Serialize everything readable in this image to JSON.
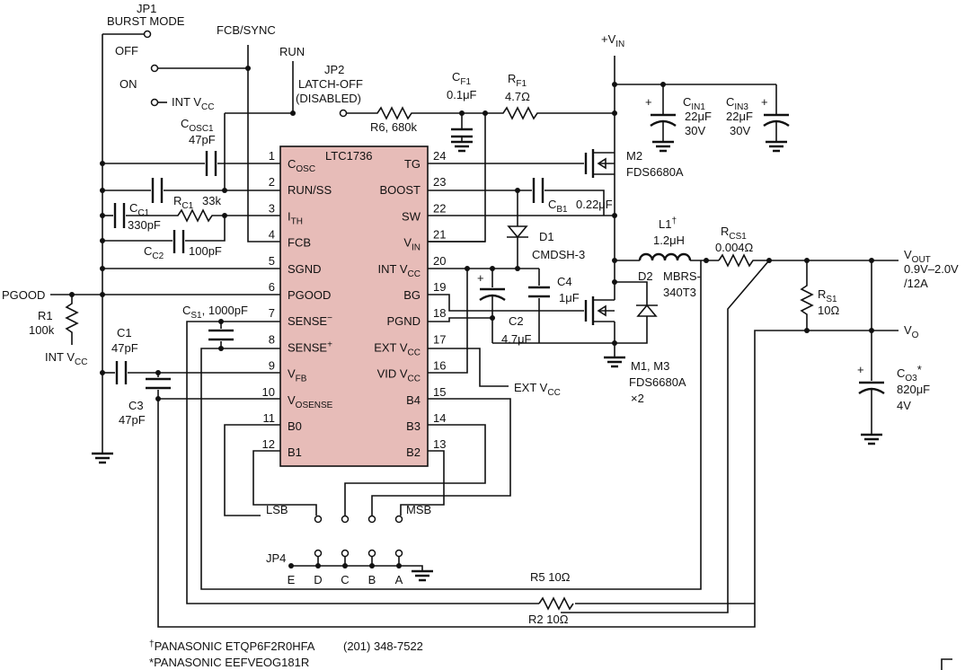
{
  "ic": {
    "name": "LTC1736",
    "left_pins": [
      {
        "num": "1",
        "name": "C",
        "sub": "OSC"
      },
      {
        "num": "2",
        "name": "RUN/SS"
      },
      {
        "num": "3",
        "name": "I",
        "sub": "TH"
      },
      {
        "num": "4",
        "name": "FCB"
      },
      {
        "num": "5",
        "name": "SGND"
      },
      {
        "num": "6",
        "name": "PGOOD"
      },
      {
        "num": "7",
        "name": "SENSE",
        "sup": "−"
      },
      {
        "num": "8",
        "name": "SENSE",
        "sup": "+"
      },
      {
        "num": "9",
        "name": "V",
        "sub": "FB"
      },
      {
        "num": "10",
        "name": "V",
        "sub": "OSENSE"
      },
      {
        "num": "11",
        "name": "B0"
      },
      {
        "num": "12",
        "name": "B1"
      }
    ],
    "right_pins": [
      {
        "num": "24",
        "name": "TG"
      },
      {
        "num": "23",
        "name": "BOOST"
      },
      {
        "num": "22",
        "name": "SW"
      },
      {
        "num": "21",
        "name": "V",
        "sub": "IN"
      },
      {
        "num": "20",
        "name": "INT V",
        "sub": "CC"
      },
      {
        "num": "19",
        "name": "BG"
      },
      {
        "num": "18",
        "name": "PGND"
      },
      {
        "num": "17",
        "name": "EXT V",
        "sub": "CC"
      },
      {
        "num": "16",
        "name": "VID V",
        "sub": "CC"
      },
      {
        "num": "15",
        "name": "B4"
      },
      {
        "num": "14",
        "name": "B3"
      },
      {
        "num": "13",
        "name": "B2"
      }
    ]
  },
  "jp1": {
    "title": "JP1",
    "mode": "BURST MODE",
    "off": "OFF",
    "on": "ON",
    "intvcc": "INT V",
    "intvcc_sub": "CC"
  },
  "fcb_sync": "FCB/SYNC",
  "run": "RUN",
  "jp2": {
    "title": "JP2",
    "line1": "LATCH-OFF",
    "line2": "(DISABLED)"
  },
  "r6": "R6, 680k",
  "cf1": {
    "name": "C",
    "sub": "F1",
    "value": "0.1μF"
  },
  "rf1": {
    "name": "R",
    "sub": "F1",
    "value": "4.7Ω"
  },
  "vin": {
    "name": "+V",
    "sub": "IN"
  },
  "cin1": {
    "name": "C",
    "sub": "IN1",
    "value": "22μF",
    "voltage": "30V"
  },
  "cin3": {
    "name": "C",
    "sub": "IN3",
    "value": "22μF",
    "voltage": "30V"
  },
  "cosc1": {
    "name": "C",
    "sub": "OSC1",
    "value": "47pF"
  },
  "cc1": {
    "name": "C",
    "sub": "C1",
    "value": "330pF"
  },
  "rc1": {
    "name": "R",
    "sub": "C1",
    "value": "33k"
  },
  "cc2": {
    "name": "C",
    "sub": "C2",
    "value": "100pF"
  },
  "m2": {
    "name": "M2",
    "part": "FDS6680A"
  },
  "cb1": {
    "name": "C",
    "sub": "B1",
    "value": "0.22μF"
  },
  "d1": {
    "name": "D1",
    "part": "CMDSH-3"
  },
  "l1": {
    "name": "L1",
    "mark": "†",
    "value": "1.2μH"
  },
  "rcs1": {
    "name": "R",
    "sub": "CS1",
    "value": "0.004Ω"
  },
  "vout": {
    "name": "V",
    "sub": "OUT",
    "range": "0.9V–2.0V",
    "current": "/12A"
  },
  "d2": {
    "name": "D2",
    "part1": "MBRS-",
    "part2": "340T3"
  },
  "c4": {
    "name": "C4",
    "value": "1μF"
  },
  "c2": {
    "name": "C2",
    "value": "4.7μF"
  },
  "rs1": {
    "name": "R",
    "sub": "S1",
    "value": "10Ω"
  },
  "vo": {
    "name": "V",
    "sub": "O"
  },
  "m1m3": {
    "name": "M1, M3",
    "part": "FDS6680A",
    "count": "×2"
  },
  "co3": {
    "name": "C",
    "sub": "O3",
    "mark": "*",
    "value": "820μF",
    "voltage": "4V"
  },
  "pgood": "PGOOD",
  "r1": {
    "name": "R1",
    "value": "100k",
    "intvcc": "INT V",
    "intvcc_sub": "CC"
  },
  "cs1": {
    "name": "C",
    "sub": "S1",
    "value": ", 1000pF"
  },
  "c1": {
    "name": "C1",
    "value": "47pF"
  },
  "c3": {
    "name": "C3",
    "value": "47pF"
  },
  "extvcc": {
    "name": "EXT V",
    "sub": "CC"
  },
  "lsb": "LSB",
  "msb": "MSB",
  "jp4": {
    "title": "JP4",
    "labels": [
      "E",
      "D",
      "C",
      "B",
      "A"
    ]
  },
  "r5": "R5 10Ω",
  "r2": "R2 10Ω",
  "footnotes": {
    "line1_mark": "†",
    "line1": "PANASONIC ETQP6F2R0HFA",
    "phone": "(201) 348-7522",
    "line2_mark": "*",
    "line2": "PANASONIC EEFVEOG181R"
  }
}
